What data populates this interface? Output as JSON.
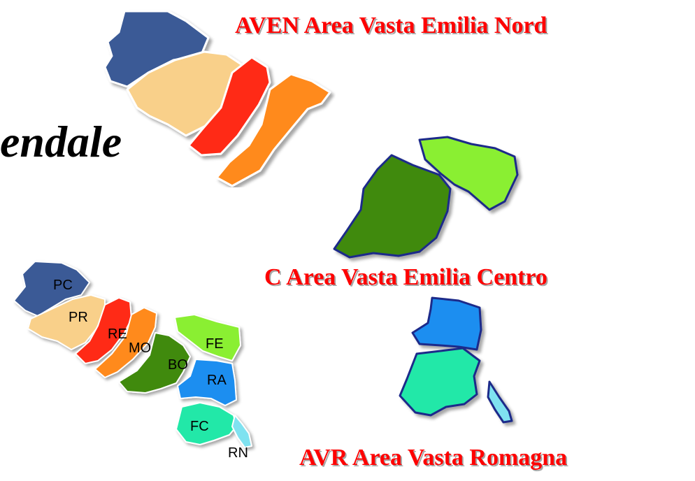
{
  "titles": {
    "nord": "AVEN Area Vasta Emilia Nord",
    "centro": "C Area Vasta Emilia Centro",
    "romagna": "AVR Area Vasta Romagna",
    "side_fragment": "endale"
  },
  "provinces": [
    {
      "code": "PC",
      "color": "#3a5a96"
    },
    {
      "code": "PR",
      "color": "#f9d08a"
    },
    {
      "code": "RE",
      "color": "#ff2a14"
    },
    {
      "code": "MO",
      "color": "#ff8a1e"
    },
    {
      "code": "BO",
      "color": "#3f8a10"
    },
    {
      "code": "FE",
      "color": "#8aef30"
    },
    {
      "code": "RA",
      "color": "#1e8ef0"
    },
    {
      "code": "FC",
      "color": "#22e8a8"
    },
    {
      "code": "RN",
      "color": "#7fe2f0"
    }
  ]
}
